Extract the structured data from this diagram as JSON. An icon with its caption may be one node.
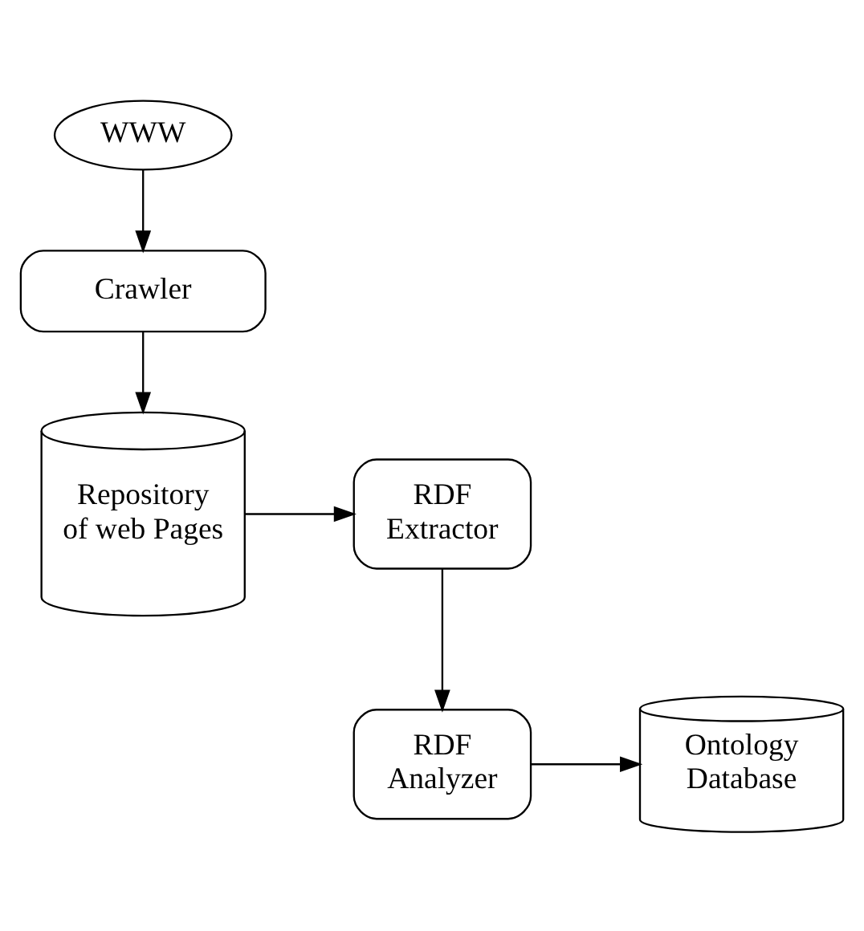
{
  "diagram": {
    "nodes": [
      {
        "text": [
          "WWW"
        ]
      },
      {
        "text": [
          "Crawler"
        ]
      },
      {
        "text": [
          "Repository of web Pages"
        ]
      },
      {
        "text": [
          "RDF Extractor"
        ]
      },
      {
        "text": [
          "RDF Analyzer"
        ]
      },
      {
        "text": [
          "Ontology Database"
        ]
      }
    ],
    "edges": [
      {
        "from": 0,
        "to": 1,
        "arrow": "to"
      },
      {
        "from": 1,
        "to": 2,
        "arrow": "to"
      },
      {
        "from": 2,
        "to": 3,
        "arrow": "to"
      },
      {
        "from": 3,
        "to": 4,
        "arrow": "to"
      },
      {
        "from": 4,
        "to": 5,
        "arrow": "to"
      }
    ]
  }
}
